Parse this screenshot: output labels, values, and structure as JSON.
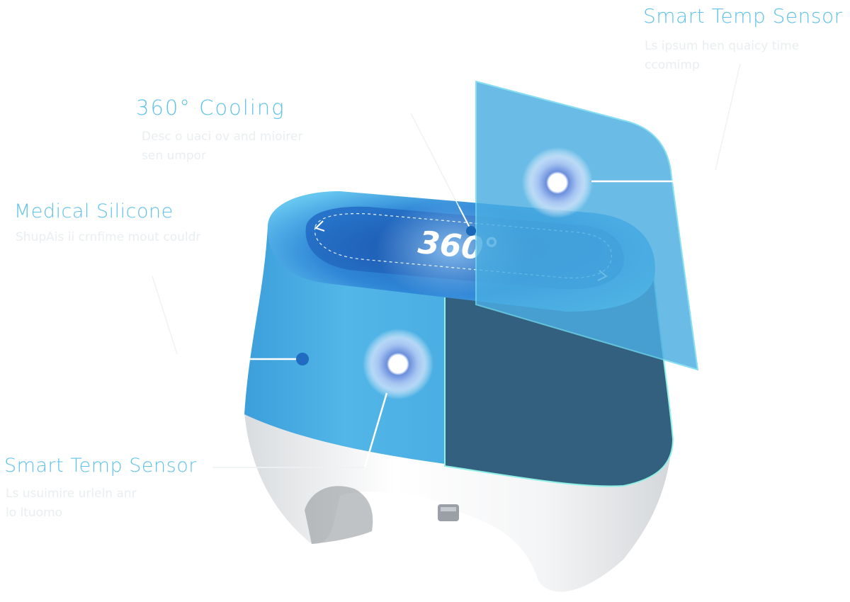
{
  "callouts": {
    "temp_sensor_top": {
      "title": "Smart Temp Sensor",
      "description": [
        "Ls ipsum hen quaicy time",
        "ccomimp"
      ]
    },
    "cooling": {
      "title": "360° Cooling",
      "description": [
        "Desc o uaci ov and mioirer",
        "sen umpor"
      ]
    },
    "silicone": {
      "title": "Medical Silicone",
      "description": [
        "ShupAis ii crnfime mout couldr"
      ]
    },
    "temp_sensor_bottom": {
      "title": "Smart Temp Sensor",
      "description": [
        "Ls usuimire urleln anr",
        "lo ltuomo"
      ]
    }
  },
  "product": {
    "ring_label": "360°"
  },
  "colors": {
    "accent_text": "#5ec2ea",
    "body_blue": "#4fb2e5",
    "dark_panel": "#34607f",
    "sensor_panel": "#4aaee2",
    "shell_white": "#f2f3f5"
  }
}
